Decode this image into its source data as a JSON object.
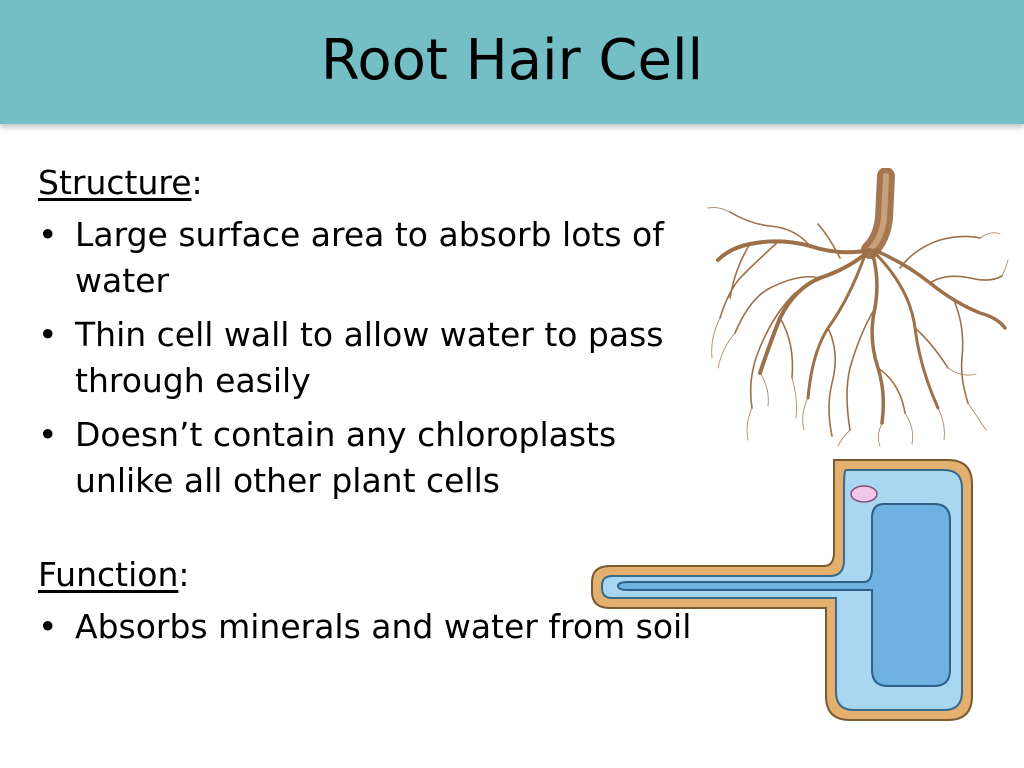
{
  "title": "Root Hair Cell",
  "structure": {
    "heading": "Structure",
    "colon": ":",
    "bullets": [
      "Large surface area to absorb lots of water",
      "Thin cell wall to allow water to pass through easily",
      "Doesn’t contain any chloroplasts unlike all other plant cells"
    ]
  },
  "function": {
    "heading": "Function",
    "colon": ":",
    "bullets": [
      "Absorbs minerals and water from soil"
    ]
  },
  "bullet_char": "•",
  "colors": {
    "title_bar": "#74bec6",
    "cell_wall": "#e3b06f",
    "cytoplasm": "#a9d6f0",
    "vacuole": "#6fb1e0",
    "nucleus": "#f2c6e6",
    "root": "#9c7048"
  },
  "images": {
    "roots": "plant-root-photo",
    "cell": "root-hair-cell-diagram"
  }
}
